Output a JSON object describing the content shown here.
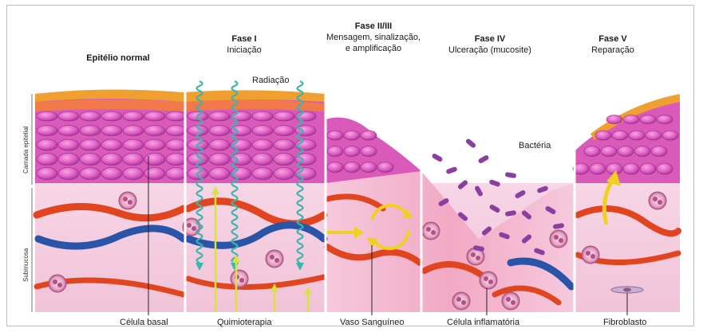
{
  "phases": [
    {
      "title": "Epitélio normal",
      "subtitle": ""
    },
    {
      "title": "Fase I",
      "subtitle": "Iniciação"
    },
    {
      "title": "Fase II/III",
      "subtitle": "Mensagem, sinalização,",
      "subtitle2": "e amplificação"
    },
    {
      "title": "Fase IV",
      "subtitle": "Ulceração (mucosite)"
    },
    {
      "title": "Fase V",
      "subtitle": "Reparação"
    }
  ],
  "labels": {
    "radiation": "Radiação",
    "bacteria": "Bactéria",
    "basal_cell": "Célula basal",
    "chemo": "Quimioterapia",
    "blood_vessel": "Vaso Sanguíneo",
    "inflammatory_cell": "Célula inflamatória",
    "fibroblast": "Fibroblasto"
  },
  "side_labels": {
    "epithelial_layer": "Camada epitelial",
    "submucosa": "Submucosa"
  },
  "colors": {
    "epithelium_cell": "#e05cc4",
    "epithelium_dark": "#8a2a7e",
    "submucosa": "#f4cde0",
    "vessel_red": "#e0451f",
    "vessel_blue": "#2a54a8",
    "radiation_wave": "#3fb3ad",
    "chemo_arrow": "#d8e43a",
    "bacteria": "#8b3fa0",
    "surface": "#f0a030"
  }
}
